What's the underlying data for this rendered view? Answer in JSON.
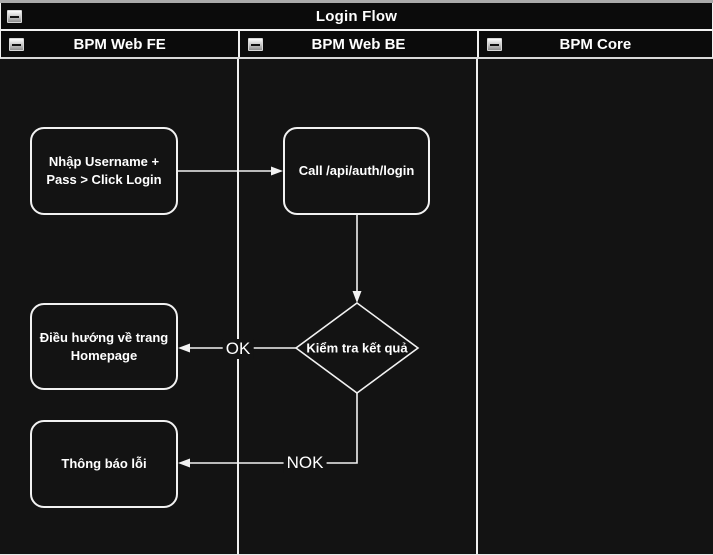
{
  "pool": {
    "title": "Login Flow"
  },
  "lanes": [
    {
      "label": "BPM Web FE"
    },
    {
      "label": "BPM Web BE"
    },
    {
      "label": "BPM Core"
    }
  ],
  "nodes": {
    "input_login": {
      "label": "Nhập Username +\nPass > Click Login",
      "type": "rounded-rectangle",
      "lane": "BPM Web FE"
    },
    "call_api": {
      "label": "Call /api/auth/login",
      "type": "rounded-rectangle",
      "lane": "BPM Web BE"
    },
    "check_result": {
      "label": "Kiểm tra kết quả",
      "type": "decision-diamond",
      "lane": "BPM Web BE"
    },
    "redirect_home": {
      "label": "Điều hướng về trang\nHomepage",
      "type": "rounded-rectangle",
      "lane": "BPM Web FE"
    },
    "show_error": {
      "label": "Thông báo lỗi",
      "type": "rounded-rectangle",
      "lane": "BPM Web FE"
    }
  },
  "edges": {
    "input_to_call": {
      "from": "input_login",
      "to": "call_api",
      "label": ""
    },
    "call_to_check": {
      "from": "call_api",
      "to": "check_result",
      "label": ""
    },
    "check_to_redirect": {
      "from": "check_result",
      "to": "redirect_home",
      "label": "OK"
    },
    "check_to_error": {
      "from": "check_result",
      "to": "show_error",
      "label": "NOK"
    }
  },
  "icons": {
    "pool_collapse": "minus-square",
    "lane_collapse": "minus-square"
  },
  "colors": {
    "canvas": "#131313",
    "row_background": "#0b0b0b",
    "line": "#f2f2f2",
    "text": "#ffffff",
    "top_strip": "#ababab"
  }
}
